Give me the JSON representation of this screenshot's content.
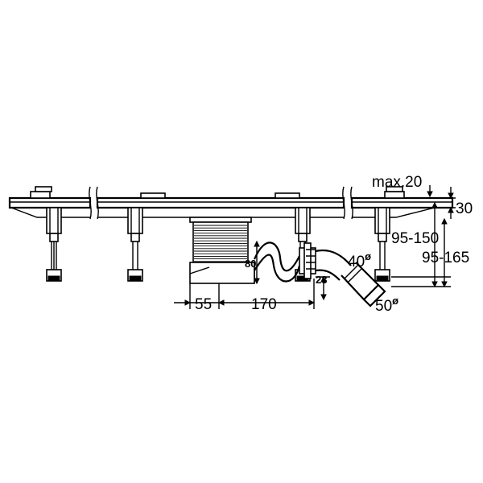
{
  "drawing": {
    "colors": {
      "line": "#000000",
      "background": "#ffffff"
    },
    "dimensions": {
      "max_height": "max.20",
      "frame_height": "30",
      "adjust_range_1": "95-150",
      "adjust_range_2": "95-165",
      "outlet_height": "80",
      "offset_23": "23",
      "left_offset": "55",
      "body_width": "170"
    },
    "pipes": {
      "inner_diameter": "40",
      "outer_diameter": "50",
      "diameter_symbol": "ø"
    }
  }
}
